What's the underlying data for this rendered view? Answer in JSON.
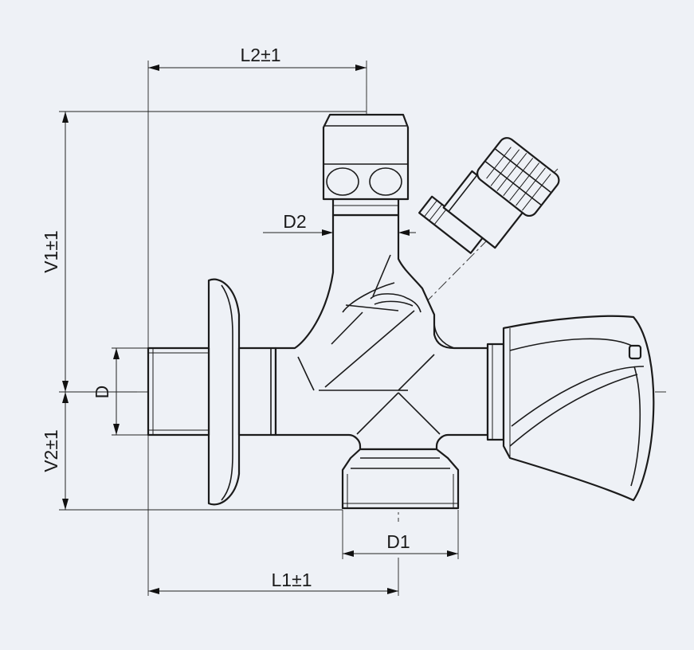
{
  "labels": {
    "l2": "L2±1",
    "d2": "D2",
    "v1": "V1±1",
    "d": "D",
    "v2": "V2±1",
    "d1": "D1",
    "l1": "L1±1"
  }
}
